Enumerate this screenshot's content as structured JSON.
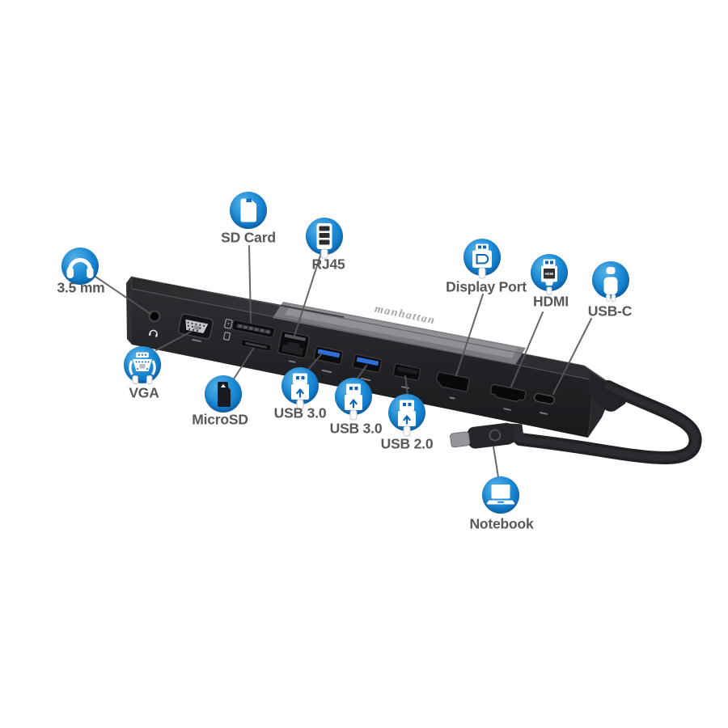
{
  "product": {
    "brand_logo": "manhattan"
  },
  "colors": {
    "accent_blue": "#1787d2",
    "label_gray": "#57585b",
    "dock_black": "#232427",
    "usb3_port_blue": "#2e6fd8",
    "background": "#ffffff"
  },
  "callouts": [
    {
      "label": "3.5 mm",
      "icon": "headphones-icon"
    },
    {
      "label": "SD Card",
      "icon": "sd-card-icon"
    },
    {
      "label": "RJ45",
      "icon": "rj45-plug-icon"
    },
    {
      "label": "Display Port",
      "icon": "displayport-plug-icon"
    },
    {
      "label": "HDMI",
      "icon": "hdmi-plug-icon"
    },
    {
      "label": "USB-C",
      "icon": "usb-c-plug-icon"
    },
    {
      "label": "VGA",
      "icon": "vga-plug-icon"
    },
    {
      "label": "MicroSD",
      "icon": "microsd-card-icon"
    },
    {
      "label": "USB 3.0",
      "icon": "usb-a-plug-icon"
    },
    {
      "label": "USB 3.0",
      "icon": "usb-a-plug-icon"
    },
    {
      "label": "USB 2.0",
      "icon": "usb-a-plug-icon"
    },
    {
      "label": "Notebook",
      "icon": "notebook-icon"
    }
  ]
}
